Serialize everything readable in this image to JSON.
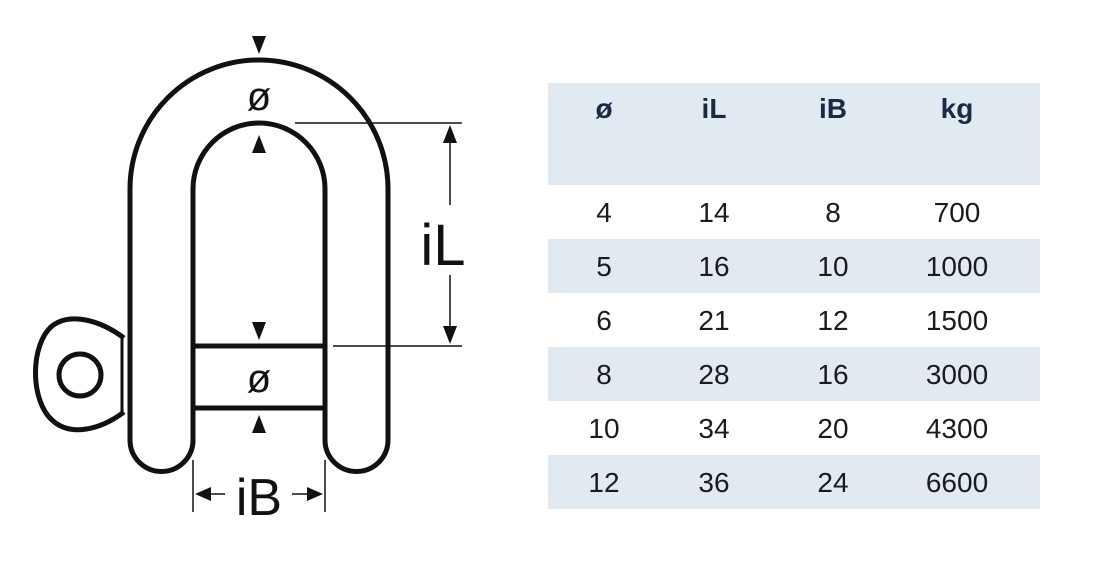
{
  "diagram": {
    "labels": {
      "diameter_top": "ø",
      "diameter_pin": "ø",
      "inner_length": "iL",
      "inner_width": "iB"
    }
  },
  "table": {
    "headers": [
      "ø",
      "iL",
      "iB",
      "kg"
    ],
    "rows": [
      [
        "4",
        "14",
        "8",
        "700"
      ],
      [
        "5",
        "16",
        "10",
        "1000"
      ],
      [
        "6",
        "21",
        "12",
        "1500"
      ],
      [
        "8",
        "28",
        "16",
        "3000"
      ],
      [
        "10",
        "34",
        "20",
        "4300"
      ],
      [
        "12",
        "36",
        "24",
        "6600"
      ]
    ],
    "stripe_color": "#e1e9f1",
    "header_text_color": "#1a2a44"
  }
}
